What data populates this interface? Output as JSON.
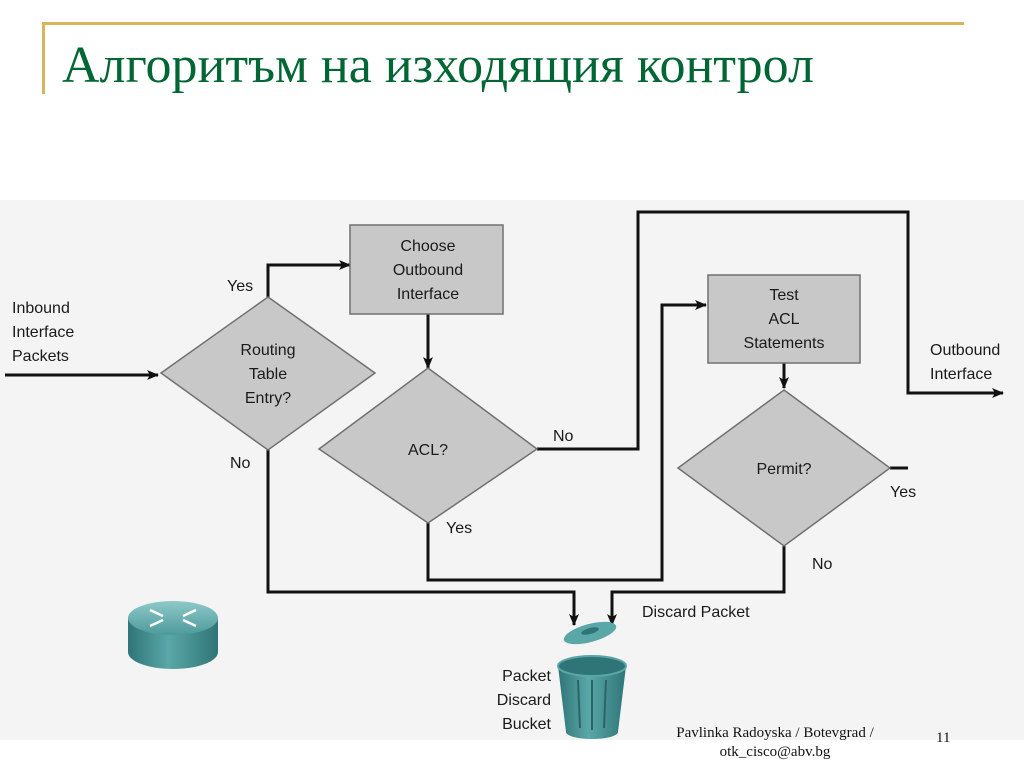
{
  "slide": {
    "title": "Алгоритъм на изходящия контрол",
    "footer_line1": "Pavlinka Radoyska / Botevgrad /",
    "footer_line2": "otk_cisco@abv.bg",
    "page_number": "11"
  },
  "diagram": {
    "colors": {
      "box_fill": "#c8c8c8",
      "box_stroke": "#707070",
      "line": "#111111",
      "panel": "#f4f4f4",
      "title": "#006633",
      "title_rule": "#d7b55a",
      "device": "#3d8a8c"
    },
    "labels": {
      "inbound": [
        "Inbound",
        "Interface",
        "Packets"
      ],
      "routing_decision": [
        "Routing",
        "Table",
        "Entry?"
      ],
      "choose_outbound": [
        "Choose",
        "Outbound",
        "Interface"
      ],
      "acl_decision": "ACL?",
      "test_acl": [
        "Test",
        "ACL",
        "Statements"
      ],
      "permit_decision": "Permit?",
      "outbound": [
        "Outbound",
        "Interface"
      ],
      "discard_packet": "Discard Packet",
      "bucket": [
        "Packet",
        "Discard",
        "Bucket"
      ],
      "routing_yes": "Yes",
      "routing_no": "No",
      "acl_no": "No",
      "acl_yes": "Yes",
      "permit_yes": "Yes",
      "permit_no": "No"
    },
    "icons": {
      "router": "router-icon",
      "bucket": "trash-bucket-icon"
    }
  }
}
